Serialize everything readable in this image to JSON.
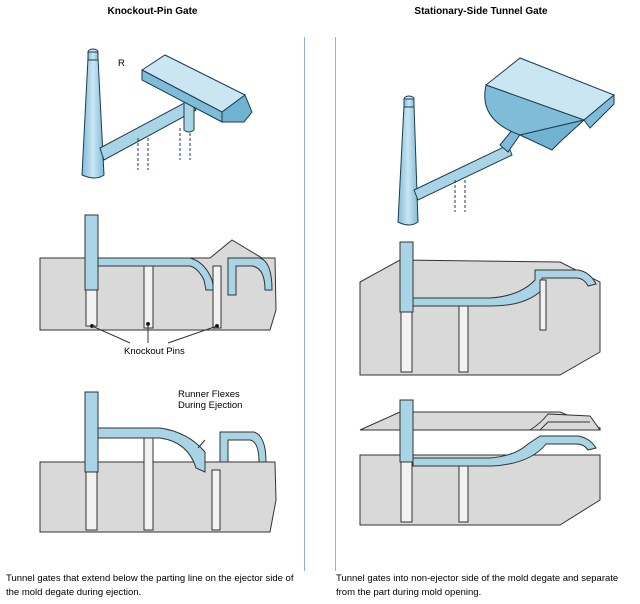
{
  "titles": {
    "left": "Knockout-Pin Gate",
    "right": "Stationary-Side Tunnel Gate"
  },
  "labels": {
    "knockout_pins": "Knockout Pins",
    "runner_flexes_1": "Runner Flexes",
    "runner_flexes_2": "During Ejection",
    "radius": "R"
  },
  "captions": {
    "left": "Tunnel gates that extend below the parting line on the ejector side of the mold degate during ejection.",
    "right": "Tunnel gates into non-ejector side of the mold degate and separate from the part during mold opening."
  },
  "colors": {
    "plastic": "#a9d4e6",
    "plastic_dark": "#6fb3d1",
    "mold": "#d9d9d9",
    "frame_line": "#8fb3d6"
  }
}
